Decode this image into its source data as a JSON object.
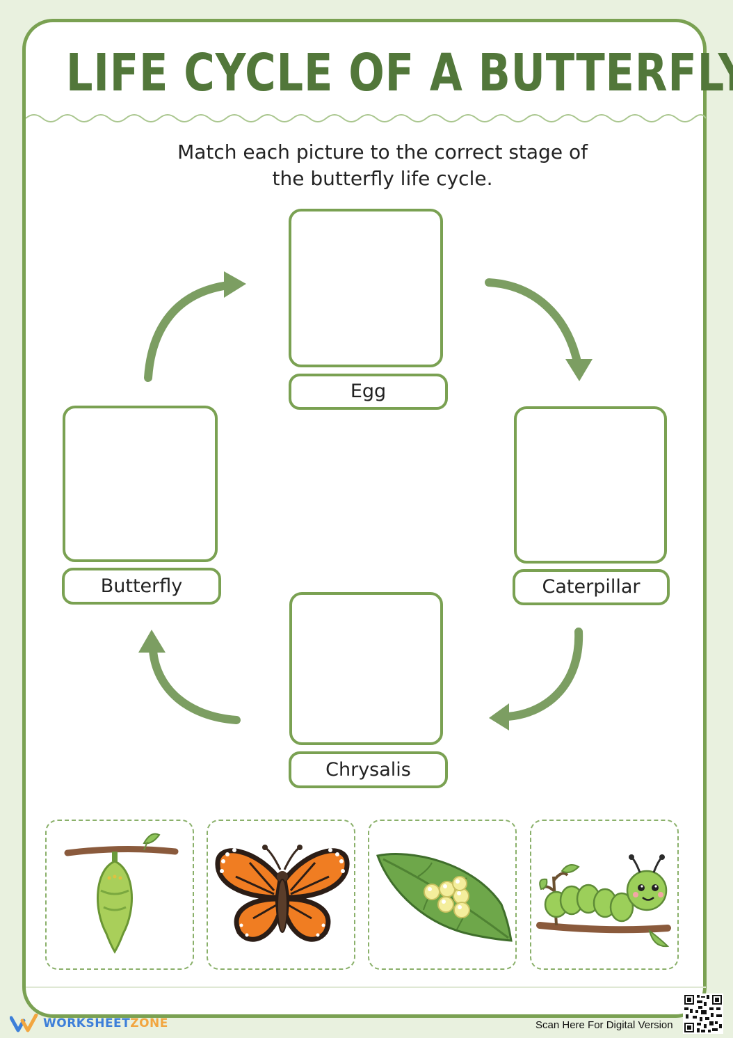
{
  "worksheet": {
    "title": "LIFE CYCLE OF A BUTTERFLY",
    "instruction_line1": "Match each picture to the correct stage of",
    "instruction_line2": "the butterfly life cycle."
  },
  "stages": {
    "egg": "Egg",
    "caterpillar": "Caterpillar",
    "chrysalis": "Chrysalis",
    "butterfly": "Butterfly"
  },
  "picture_cards": [
    "chrysalis-picture",
    "butterfly-picture",
    "eggs-on-leaf-picture",
    "caterpillar-picture"
  ],
  "footer": {
    "brand_part1": "WORKSHEET",
    "brand_part2": "ZONE",
    "scan_text": "Scan Here For Digital Version"
  },
  "colors": {
    "accent_green": "#7aa152",
    "title_green": "#52773a",
    "arrow_green": "#7c9e62",
    "background": "#e9f1df"
  }
}
